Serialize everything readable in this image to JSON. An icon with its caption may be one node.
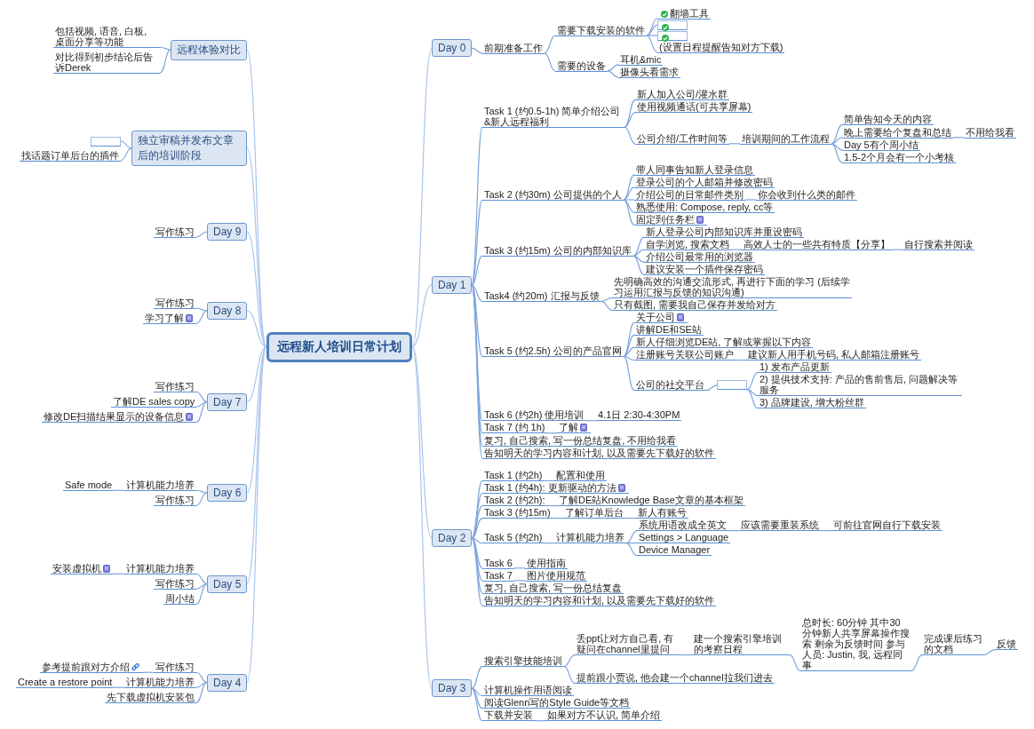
{
  "diagram": {
    "nodes": [
      {
        "text": [
          "远程新人培训日常计划"
        ]
      },
      {
        "text": [
          "Day 0"
        ]
      },
      {
        "text": [
          "前期准备工作"
        ]
      },
      {
        "text": [
          "需要下载安装的软件"
        ]
      },
      {
        "text": [
          "翻墙工具"
        ]
      },
      {
        "text": [],
        "shape": "box"
      },
      {
        "text": [],
        "shape": "box"
      },
      {
        "text": [
          "(设置日程提醒告知对方下载)"
        ]
      },
      {
        "text": [
          "需要的设备"
        ]
      },
      {
        "text": [
          "耳机&mic"
        ]
      },
      {
        "text": [
          "摄像头看需求"
        ]
      },
      {
        "text": [
          "Day 1"
        ]
      },
      {
        "text": [
          "Task 1 (约0.5-1h) 简单介绍公司&新人远程福利"
        ]
      },
      {
        "text": [
          "新人加入公司/灌水群"
        ]
      },
      {
        "text": [
          "使用视频通话(可共享屏幕)"
        ]
      },
      {
        "text": [
          "公司介绍/工作时间等"
        ]
      },
      {
        "text": [
          "培训期间的工作流程"
        ]
      },
      {
        "text": [
          "简单告知今天的内容"
        ]
      },
      {
        "text": [
          "晚上需要给个复盘和总结"
        ]
      },
      {
        "text": [
          "不用给我看"
        ]
      },
      {
        "text": [
          "Day 5有个周小结"
        ]
      },
      {
        "text": [
          "1.5-2个月会有一个小考核"
        ]
      },
      {
        "text": [
          "Task 2 (约30m) 公司提供的个人"
        ]
      },
      {
        "text": [
          "带人同事告知新人登录信息"
        ]
      },
      {
        "text": [
          "登录公司的个人邮箱并修改密码"
        ]
      },
      {
        "text": [
          "介绍公司的日常邮件类别"
        ]
      },
      {
        "text": [
          "你会收到什么类的邮件"
        ]
      },
      {
        "text": [
          "熟悉使用: Compose, reply, cc等"
        ]
      },
      {
        "text": [
          "固定到任务栏"
        ]
      },
      {
        "text": [
          "Task 3 (约15m) 公司的内部知识库"
        ]
      },
      {
        "text": [
          "新人登录公司内部知识库并重设密码"
        ]
      },
      {
        "text": [
          "自学浏览, 搜索文档"
        ]
      },
      {
        "text": [
          "高效人士的一些共有特质【分享】"
        ]
      },
      {
        "text": [
          "自行搜索并阅读"
        ]
      },
      {
        "text": [
          "介绍公司最常用的浏览器"
        ]
      },
      {
        "text": [
          "建议安装一个插件保存密码"
        ]
      },
      {
        "text": [
          "Task4 (约20m) 汇报与反馈"
        ]
      },
      {
        "text": [
          "先明确高效的沟通交流形式, 再进行下面的学习 (后续学习运用汇报与反馈的知识沟通)"
        ]
      },
      {
        "text": [
          "只有截图, 需要我自己保存并发给对方"
        ]
      },
      {
        "text": [
          "Task 5 (约2.5h) 公司的产品官网"
        ]
      },
      {
        "text": [
          "关于公司"
        ]
      },
      {
        "text": [
          "讲解DE和SE站"
        ]
      },
      {
        "text": [
          "新人仔细浏览DE站, 了解或掌握以下内容"
        ]
      },
      {
        "text": [
          "注册账号关联公司账户"
        ]
      },
      {
        "text": [
          "建议新人用手机号码, 私人邮箱注册账号"
        ]
      },
      {
        "text": [
          "公司的社交平台"
        ]
      },
      {
        "text": [],
        "shape": "box"
      },
      {
        "text": [
          "1) 发布产品更新"
        ]
      },
      {
        "text": [
          "2) 提供技术支持: 产品的售前售后, 问题解决等服务"
        ]
      },
      {
        "text": [
          "3) 品牌建设, 增大粉丝群"
        ]
      },
      {
        "text": [
          "Task 6 (约2h) 使用培训"
        ]
      },
      {
        "text": [
          "4.1日 2:30-4:30PM"
        ]
      },
      {
        "text": [
          "Task 7 (约 1h)"
        ]
      },
      {
        "text": [
          "了解"
        ]
      },
      {
        "text": [
          "复习, 自己搜索, 写一份总结复盘, 不用给我看"
        ]
      },
      {
        "text": [
          "告知明天的学习内容和计划, 以及需要先下载好的软件"
        ]
      },
      {
        "text": [
          "Day 2"
        ]
      },
      {
        "text": [
          "Task 1 (约2h)"
        ]
      },
      {
        "text": [
          "配置和使用"
        ]
      },
      {
        "text": [
          "Task 1 (约4h): 更新驱动的方法"
        ]
      },
      {
        "text": [
          "Task 2 (约2h):"
        ]
      },
      {
        "text": [
          "了解DE站Knowledge Base文章的基本框架"
        ]
      },
      {
        "text": [
          "Task 3 (约15m)"
        ]
      },
      {
        "text": [
          "了解订单后台"
        ]
      },
      {
        "text": [
          "新人有账号"
        ]
      },
      {
        "text": [
          "Task 5 (约2h)"
        ]
      },
      {
        "text": [
          "计算机能力培养"
        ]
      },
      {
        "text": [
          "系统用语改成全英文"
        ]
      },
      {
        "text": [
          "应该需要重装系统"
        ]
      },
      {
        "text": [
          "可前往官网自行下载安装"
        ]
      },
      {
        "text": [
          "Settings > Language"
        ]
      },
      {
        "text": [
          "Device Manager"
        ]
      },
      {
        "text": [
          "Task 6"
        ]
      },
      {
        "text": [
          "使用指南"
        ]
      },
      {
        "text": [
          "Task 7"
        ]
      },
      {
        "text": [
          "图片使用规范"
        ]
      },
      {
        "text": [
          "复习, 自己搜索, 写一份总结复盘"
        ]
      },
      {
        "text": [
          "告知明天的学习内容和计划, 以及需要先下载好的软件"
        ]
      },
      {
        "text": [
          "Day 3"
        ]
      },
      {
        "text": [
          "搜索引擎技能培训"
        ]
      },
      {
        "text": [
          "丢ppt让对方自己看, 有疑问在channel里提问"
        ]
      },
      {
        "text": [
          "建一个搜索引擎培训的考察日程"
        ]
      },
      {
        "text": [
          "总时长: 60分钟 其中30分钟新人共享屏幕操作搜索 剩余为反馈时间 参与人员: Justin, 我, 远程同事"
        ]
      },
      {
        "text": [
          "完成课后练习的文档"
        ]
      },
      {
        "text": [
          "反馈"
        ]
      },
      {
        "text": [
          "提前跟小贾说, 他会建一个channel拉我们进去"
        ]
      },
      {
        "text": [
          "计算机操作用语阅读"
        ]
      },
      {
        "text": [
          "阅读Glenn写的Style Guide等文档"
        ]
      },
      {
        "text": [
          "下载并安装"
        ]
      },
      {
        "text": [
          "如果对方不认识, 简单介绍"
        ]
      },
      {
        "text": [
          "Day 4"
        ]
      },
      {
        "text": [
          "写作练习"
        ]
      },
      {
        "text": [
          "参考提前跟对方介绍"
        ]
      },
      {
        "text": [
          "计算机能力培养"
        ]
      },
      {
        "text": [
          "Create a restore point"
        ]
      },
      {
        "text": [
          "先下载虚拟机安装包"
        ]
      },
      {
        "text": [
          "Day 5"
        ]
      },
      {
        "text": [
          "计算机能力培养"
        ]
      },
      {
        "text": [
          "安装虚拟机"
        ]
      },
      {
        "text": [
          "写作练习"
        ]
      },
      {
        "text": [
          "周小结"
        ]
      },
      {
        "text": [
          "Day 6"
        ]
      },
      {
        "text": [
          "计算机能力培养"
        ]
      },
      {
        "text": [
          "Safe mode"
        ]
      },
      {
        "text": [
          "写作练习"
        ]
      },
      {
        "text": [
          "Day 7"
        ]
      },
      {
        "text": [
          "写作练习"
        ]
      },
      {
        "text": [
          "了解DE sales copy"
        ]
      },
      {
        "text": [
          "修改DE扫描结果显示的设备信息"
        ]
      },
      {
        "text": [
          "Day 8"
        ]
      },
      {
        "text": [
          "写作练习"
        ]
      },
      {
        "text": [
          "学习了解"
        ]
      },
      {
        "text": [
          "Day 9"
        ]
      },
      {
        "text": [
          "写作练习"
        ]
      },
      {
        "text": [
          "独立审稿并发布文章后的培训阶段"
        ]
      },
      {
        "text": [],
        "shape": "box"
      },
      {
        "text": [
          "找话题订单后台的插件"
        ]
      },
      {
        "text": [
          "远程体验对比"
        ]
      },
      {
        "text": [
          "包括视频, 语音, 白板, 桌面分享等功能"
        ]
      },
      {
        "text": [
          "对比得到初步结论后告诉Derek"
        ]
      }
    ],
    "edges": [
      {
        "from": 0,
        "to": 1,
        "arrow": "none"
      },
      {
        "from": 1,
        "to": 2,
        "arrow": "none"
      },
      {
        "from": 2,
        "to": 3,
        "arrow": "none"
      },
      {
        "from": 3,
        "to": 4,
        "arrow": "none"
      },
      {
        "from": 3,
        "to": 5,
        "arrow": "none"
      },
      {
        "from": 3,
        "to": 6,
        "arrow": "none"
      },
      {
        "from": 3,
        "to": 7,
        "arrow": "none"
      },
      {
        "from": 2,
        "to": 8,
        "arrow": "none"
      },
      {
        "from": 8,
        "to": 9,
        "arrow": "none"
      },
      {
        "from": 8,
        "to": 10,
        "arrow": "none"
      },
      {
        "from": 0,
        "to": 11,
        "arrow": "none"
      },
      {
        "from": 11,
        "to": 12,
        "arrow": "none"
      },
      {
        "from": 12,
        "to": 13,
        "arrow": "none"
      },
      {
        "from": 12,
        "to": 14,
        "arrow": "none"
      },
      {
        "from": 12,
        "to": 15,
        "arrow": "none"
      },
      {
        "from": 15,
        "to": 16,
        "arrow": "none"
      },
      {
        "from": 16,
        "to": 17,
        "arrow": "none"
      },
      {
        "from": 16,
        "to": 18,
        "arrow": "none"
      },
      {
        "from": 18,
        "to": 19,
        "arrow": "none"
      },
      {
        "from": 16,
        "to": 20,
        "arrow": "none"
      },
      {
        "from": 16,
        "to": 21,
        "arrow": "none"
      },
      {
        "from": 11,
        "to": 22,
        "arrow": "none"
      },
      {
        "from": 22,
        "to": 23,
        "arrow": "none"
      },
      {
        "from": 22,
        "to": 24,
        "arrow": "none"
      },
      {
        "from": 22,
        "to": 25,
        "arrow": "none"
      },
      {
        "from": 25,
        "to": 26,
        "arrow": "none"
      },
      {
        "from": 22,
        "to": 27,
        "arrow": "none"
      },
      {
        "from": 22,
        "to": 28,
        "arrow": "none"
      },
      {
        "from": 11,
        "to": 29,
        "arrow": "none"
      },
      {
        "from": 29,
        "to": 30,
        "arrow": "none"
      },
      {
        "from": 29,
        "to": 31,
        "arrow": "none"
      },
      {
        "from": 31,
        "to": 32,
        "arrow": "none"
      },
      {
        "from": 32,
        "to": 33,
        "arrow": "none"
      },
      {
        "from": 29,
        "to": 34,
        "arrow": "none"
      },
      {
        "from": 29,
        "to": 35,
        "arrow": "none"
      },
      {
        "from": 11,
        "to": 36,
        "arrow": "none"
      },
      {
        "from": 36,
        "to": 37,
        "arrow": "none"
      },
      {
        "from": 36,
        "to": 38,
        "arrow": "none"
      },
      {
        "from": 11,
        "to": 39,
        "arrow": "none"
      },
      {
        "from": 39,
        "to": 40,
        "arrow": "none"
      },
      {
        "from": 39,
        "to": 41,
        "arrow": "none"
      },
      {
        "from": 39,
        "to": 42,
        "arrow": "none"
      },
      {
        "from": 39,
        "to": 43,
        "arrow": "none"
      },
      {
        "from": 43,
        "to": 44,
        "arrow": "none"
      },
      {
        "from": 39,
        "to": 45,
        "arrow": "none"
      },
      {
        "from": 45,
        "to": 46,
        "arrow": "none"
      },
      {
        "from": 46,
        "to": 47,
        "arrow": "none"
      },
      {
        "from": 46,
        "to": 48,
        "arrow": "none"
      },
      {
        "from": 46,
        "to": 49,
        "arrow": "none"
      },
      {
        "from": 11,
        "to": 50,
        "arrow": "none"
      },
      {
        "from": 50,
        "to": 51,
        "arrow": "none"
      },
      {
        "from": 11,
        "to": 52,
        "arrow": "none"
      },
      {
        "from": 52,
        "to": 53,
        "arrow": "none"
      },
      {
        "from": 11,
        "to": 54,
        "arrow": "none"
      },
      {
        "from": 11,
        "to": 55,
        "arrow": "none"
      },
      {
        "from": 0,
        "to": 56,
        "arrow": "none"
      },
      {
        "from": 56,
        "to": 57,
        "arrow": "none"
      },
      {
        "from": 57,
        "to": 58,
        "arrow": "none"
      },
      {
        "from": 56,
        "to": 59,
        "arrow": "none"
      },
      {
        "from": 56,
        "to": 60,
        "arrow": "none"
      },
      {
        "from": 60,
        "to": 61,
        "arrow": "none"
      },
      {
        "from": 56,
        "to": 62,
        "arrow": "none"
      },
      {
        "from": 62,
        "to": 63,
        "arrow": "none"
      },
      {
        "from": 63,
        "to": 64,
        "arrow": "none"
      },
      {
        "from": 56,
        "to": 65,
        "arrow": "none"
      },
      {
        "from": 65,
        "to": 66,
        "arrow": "none"
      },
      {
        "from": 66,
        "to": 67,
        "arrow": "none"
      },
      {
        "from": 67,
        "to": 68,
        "arrow": "none"
      },
      {
        "from": 68,
        "to": 69,
        "arrow": "none"
      },
      {
        "from": 66,
        "to": 70,
        "arrow": "none"
      },
      {
        "from": 66,
        "to": 71,
        "arrow": "none"
      },
      {
        "from": 56,
        "to": 72,
        "arrow": "none"
      },
      {
        "from": 72,
        "to": 73,
        "arrow": "none"
      },
      {
        "from": 56,
        "to": 74,
        "arrow": "none"
      },
      {
        "from": 74,
        "to": 75,
        "arrow": "none"
      },
      {
        "from": 56,
        "to": 76,
        "arrow": "none"
      },
      {
        "from": 56,
        "to": 77,
        "arrow": "none"
      },
      {
        "from": 0,
        "to": 78,
        "arrow": "none"
      },
      {
        "from": 78,
        "to": 79,
        "arrow": "none"
      },
      {
        "from": 79,
        "to": 80,
        "arrow": "none"
      },
      {
        "from": 80,
        "to": 81,
        "arrow": "none"
      },
      {
        "from": 81,
        "to": 82,
        "arrow": "none"
      },
      {
        "from": 82,
        "to": 83,
        "arrow": "none"
      },
      {
        "from": 83,
        "to": 84,
        "arrow": "none"
      },
      {
        "from": 79,
        "to": 85,
        "arrow": "none"
      },
      {
        "from": 78,
        "to": 86,
        "arrow": "none"
      },
      {
        "from": 78,
        "to": 87,
        "arrow": "none"
      },
      {
        "from": 78,
        "to": 88,
        "arrow": "none"
      },
      {
        "from": 88,
        "to": 89,
        "arrow": "none"
      },
      {
        "from": 0,
        "to": 90,
        "arrow": "none"
      },
      {
        "from": 90,
        "to": 91,
        "arrow": "none"
      },
      {
        "from": 91,
        "to": 92,
        "arrow": "none"
      },
      {
        "from": 90,
        "to": 93,
        "arrow": "none"
      },
      {
        "from": 93,
        "to": 94,
        "arrow": "none"
      },
      {
        "from": 90,
        "to": 95,
        "arrow": "none"
      },
      {
        "from": 0,
        "to": 96,
        "arrow": "none"
      },
      {
        "from": 96,
        "to": 97,
        "arrow": "none"
      },
      {
        "from": 97,
        "to": 98,
        "arrow": "none"
      },
      {
        "from": 96,
        "to": 99,
        "arrow": "none"
      },
      {
        "from": 96,
        "to": 100,
        "arrow": "none"
      },
      {
        "from": 0,
        "to": 101,
        "arrow": "none"
      },
      {
        "from": 101,
        "to": 102,
        "arrow": "none"
      },
      {
        "from": 102,
        "to": 103,
        "arrow": "none"
      },
      {
        "from": 101,
        "to": 104,
        "arrow": "none"
      },
      {
        "from": 0,
        "to": 105,
        "arrow": "none"
      },
      {
        "from": 105,
        "to": 106,
        "arrow": "none"
      },
      {
        "from": 105,
        "to": 107,
        "arrow": "none"
      },
      {
        "from": 105,
        "to": 108,
        "arrow": "none"
      },
      {
        "from": 0,
        "to": 109,
        "arrow": "none"
      },
      {
        "from": 109,
        "to": 110,
        "arrow": "none"
      },
      {
        "from": 109,
        "to": 111,
        "arrow": "none"
      },
      {
        "from": 0,
        "to": 112,
        "arrow": "none"
      },
      {
        "from": 112,
        "to": 113,
        "arrow": "none"
      },
      {
        "from": 0,
        "to": 114,
        "arrow": "none"
      },
      {
        "from": 114,
        "to": 115,
        "arrow": "none"
      },
      {
        "from": 114,
        "to": 116,
        "arrow": "none"
      },
      {
        "from": 0,
        "to": 117,
        "arrow": "none"
      },
      {
        "from": 117,
        "to": 118,
        "arrow": "none"
      },
      {
        "from": 117,
        "to": 119,
        "arrow": "none"
      }
    ]
  }
}
